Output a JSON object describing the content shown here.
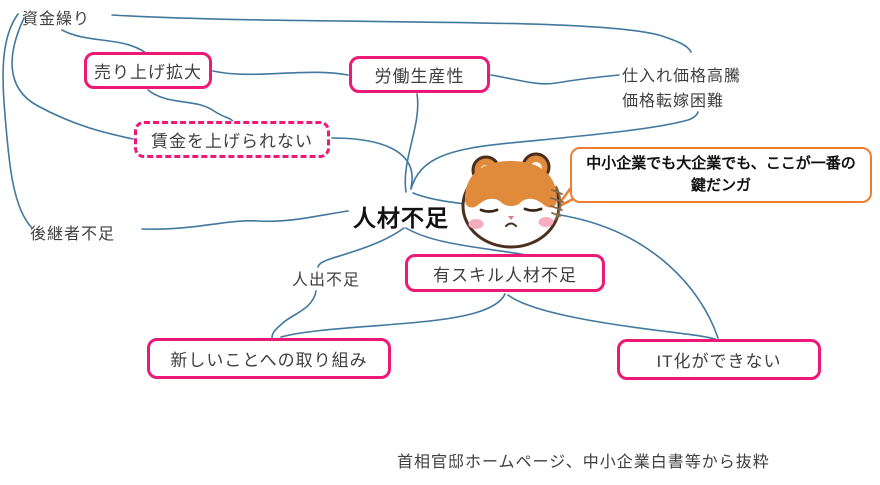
{
  "diagram": {
    "center": {
      "label": "人材不足"
    },
    "nodes": {
      "cash_flow": {
        "label": "資金繰り",
        "style": "plain"
      },
      "sales_expansion": {
        "label": "売り上げ拡大",
        "style": "solid-box"
      },
      "labor_productivity": {
        "label": "労働生産性",
        "style": "solid-box"
      },
      "purchase_price_surge": {
        "label": "仕入れ価格高騰",
        "style": "plain"
      },
      "price_pass_through": {
        "label": "価格転嫁困難",
        "style": "plain"
      },
      "cannot_raise_wages": {
        "label": "賃金を上げられない",
        "style": "dashed-box"
      },
      "successor_shortage": {
        "label": "後継者不足",
        "style": "plain"
      },
      "manpower_shortage": {
        "label": "人出不足",
        "style": "plain"
      },
      "skilled_talent_shortage": {
        "label": "有スキル人材不足",
        "style": "solid-box"
      },
      "new_initiatives": {
        "label": "新しいことへの取り組み",
        "style": "solid-box"
      },
      "cannot_adopt_it": {
        "label": "IT化ができない",
        "style": "solid-box"
      }
    },
    "speech_bubble": {
      "text": "中小企業でも大企業でも、ここが一番の鍵だンガ"
    },
    "mascot": {
      "name": "hamster-mascot"
    },
    "caption": "首相官邸ホームページ、中小企業白書等から抜粋",
    "colors": {
      "box_border": "#EE1877",
      "connector": "#41789E",
      "bubble_border": "#ED7D31",
      "label_text": "#3F3F3F",
      "center_text": "#111111",
      "mascot_orange": "#E08A3C",
      "mascot_outline": "#4C2E1D",
      "mascot_blush": "#F6AEBE"
    }
  }
}
